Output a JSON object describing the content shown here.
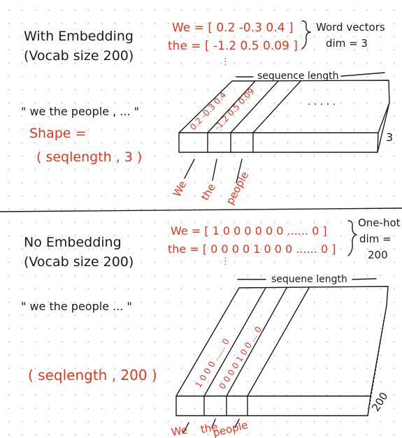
{
  "top": {
    "title_line1": "With Embedding",
    "title_line2": "(Vocab size 200)",
    "example_phrase": "\" we the people , ... \"",
    "shape_label": "Shape =",
    "shape_value": "( seqlength , 3 )",
    "vector_we": "We = [ 0.2  -0.3  0.4 ]",
    "vector_the": "the = [ -1.2  0.5  0.09 ]",
    "vector_ellipsis": "⋮",
    "brace_note_line1": "Word vectors",
    "brace_note_line2": "dim = 3",
    "seq_length_label": "sequence length",
    "slice_we_values": "0.2  -0.3  0.4",
    "slice_the_values": "-1.2  0.5  0.09",
    "depth_label": "3",
    "more_dots": ". . . . .",
    "token_we": "We",
    "token_the": "the",
    "token_people": "people"
  },
  "bottom": {
    "title_line1": "No Embedding",
    "title_line2": "(Vocab size 200)",
    "example_phrase": "\" we the people ... \"",
    "shape_value": "( seqlength , 200 )",
    "vector_we": "We = [ 1 0 0 0 0 0 0 ...... 0 ]",
    "vector_the": "the = [ 0 0 0 0 1 0 0 0 ...... 0 ]",
    "vector_ellipsis": "⋮",
    "brace_note_line1": "One-hot",
    "brace_note_line2": "dim =",
    "brace_note_line3": "200",
    "seq_length_label": "sequene length",
    "slice_we_values": "1 0 0 0 ...... 0",
    "slice_the_values": "0 0 0 0 1 0 0 ... 0",
    "depth_label": "200",
    "token_we": "We",
    "token_the": "the",
    "token_people": "people"
  },
  "colors": {
    "ink": "#1a1a1a",
    "red": "#e8341c",
    "grid_dot": "#c9c9c9"
  }
}
